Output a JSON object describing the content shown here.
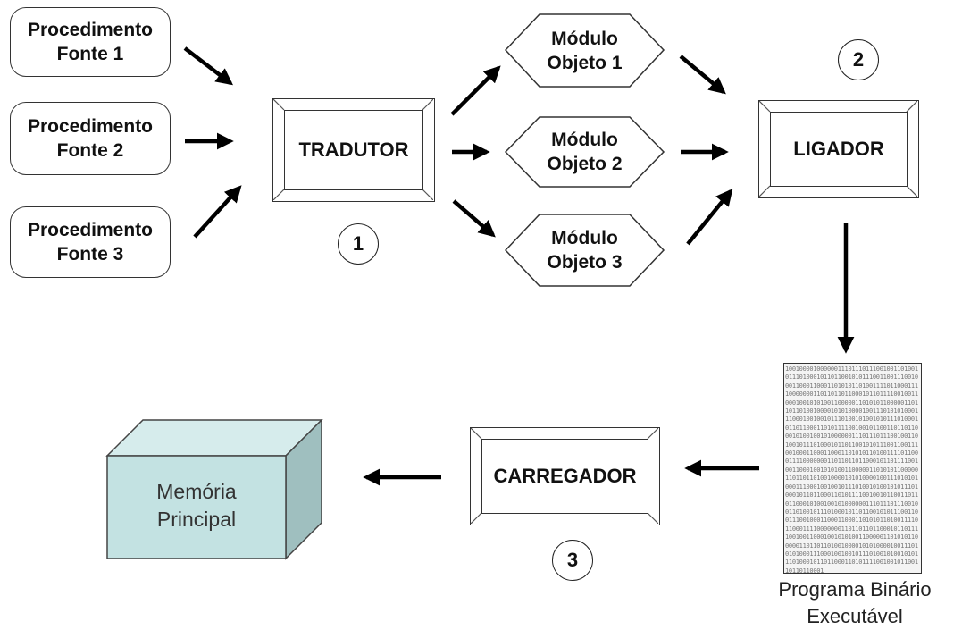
{
  "sources": [
    {
      "line1": "Procedimento",
      "line2": "Fonte 1"
    },
    {
      "line1": "Procedimento",
      "line2": "Fonte 2"
    },
    {
      "line1": "Procedimento",
      "line2": "Fonte 3"
    }
  ],
  "translator": {
    "label": "TRADUTOR",
    "step": "1"
  },
  "modules": [
    {
      "line1": "Módulo",
      "line2": "Objeto 1"
    },
    {
      "line1": "Módulo",
      "line2": "Objeto 2"
    },
    {
      "line1": "Módulo",
      "line2": "Objeto 3"
    }
  ],
  "linker": {
    "label": "LIGADOR",
    "step": "2"
  },
  "executable": {
    "caption_line1": "Programa Binário",
    "caption_line2": "Executável",
    "binary_text": "10010000100000011101110111001001101001011101000101101100101011100110011100100011000110001101010110100111101100011110000000110110110110001011011110010011000100101010011000001101010110000011011011010010000101010000100111010101000111000100100101110100101001010111010001011011000110101111001001011001101101100010100100101000000111011101110010011010010111010001011011001010111001100111001000110001100011010101101001111011000111100000001101101101100010110111100100110001001010100110000011010101100000110110110100100001010100001001110101010001110001001001011101001010010101110100010110110001101011110010010110011011011000101001001010000001110111011100100110100101110100010110110010101110011001110010001100011000110101011010011110110001111000000011011011011000101101111001001100010010101001100000110101011000001101101101001000010101000010011101010100011100010010010111010010100101011101000101101100011010111100100101100110110110001"
  },
  "loader": {
    "label": "CARREGADOR",
    "step": "3"
  },
  "memory": {
    "line1": "Memória",
    "line2": "Principal",
    "front_color": "#c3e2e2",
    "top_color": "#d6ecec",
    "side_color": "#9fbfbf"
  }
}
